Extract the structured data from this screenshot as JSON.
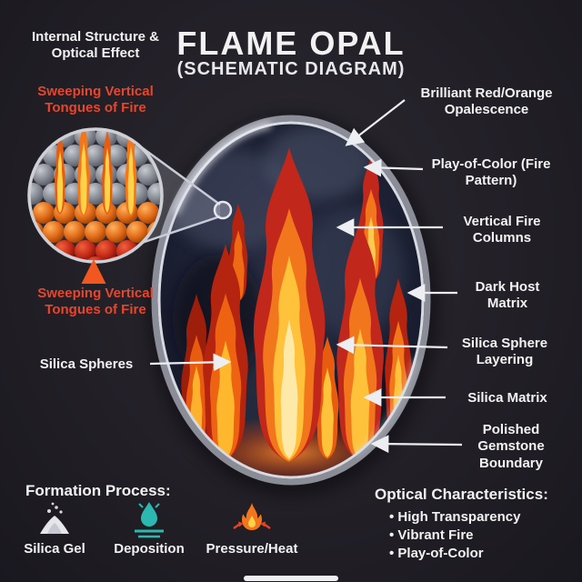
{
  "title": "FLAME OPAL",
  "subtitle": "(SCHEMATIC DIAGRAM)",
  "inset": {
    "heading": "Internal Structure & Optical Effect",
    "label_top": "Sweeping Vertical Tongues of Fire",
    "label_bottom": "Sweeping Vertical Tongues of Fire"
  },
  "labels": {
    "left": "Silica Spheres",
    "right": [
      "Brilliant Red/Orange Opalescence",
      "Play-of-Color (Fire Pattern)",
      "Vertical Fire Columns",
      "Dark Host Matrix",
      "Silica Sphere Layering",
      "Silica Matrix",
      "Polished Gemstone Boundary"
    ]
  },
  "formation": {
    "heading": "Formation Process:",
    "items": [
      {
        "label": "Silica Gel",
        "icon": "powder-pile-icon"
      },
      {
        "label": "Deposition",
        "icon": "droplet-deposition-icon"
      },
      {
        "label": "Pressure/Heat",
        "icon": "flame-pressure-icon"
      }
    ]
  },
  "optical": {
    "heading": "Optical Characteristics:",
    "items": [
      "• High Transparency",
      "• Vibrant Fire",
      "• Play-of-Color"
    ]
  },
  "colors": {
    "background": "#232128",
    "text_white": "#f2f2f2",
    "accent_red": "#e8462c",
    "flame_red": "#c1271a",
    "flame_orange": "#f2761c",
    "flame_yellow": "#ffc23a",
    "teal": "#2cb8b0",
    "matrix_navy": "#1c2033",
    "rim_gray": "#d8dae2"
  }
}
